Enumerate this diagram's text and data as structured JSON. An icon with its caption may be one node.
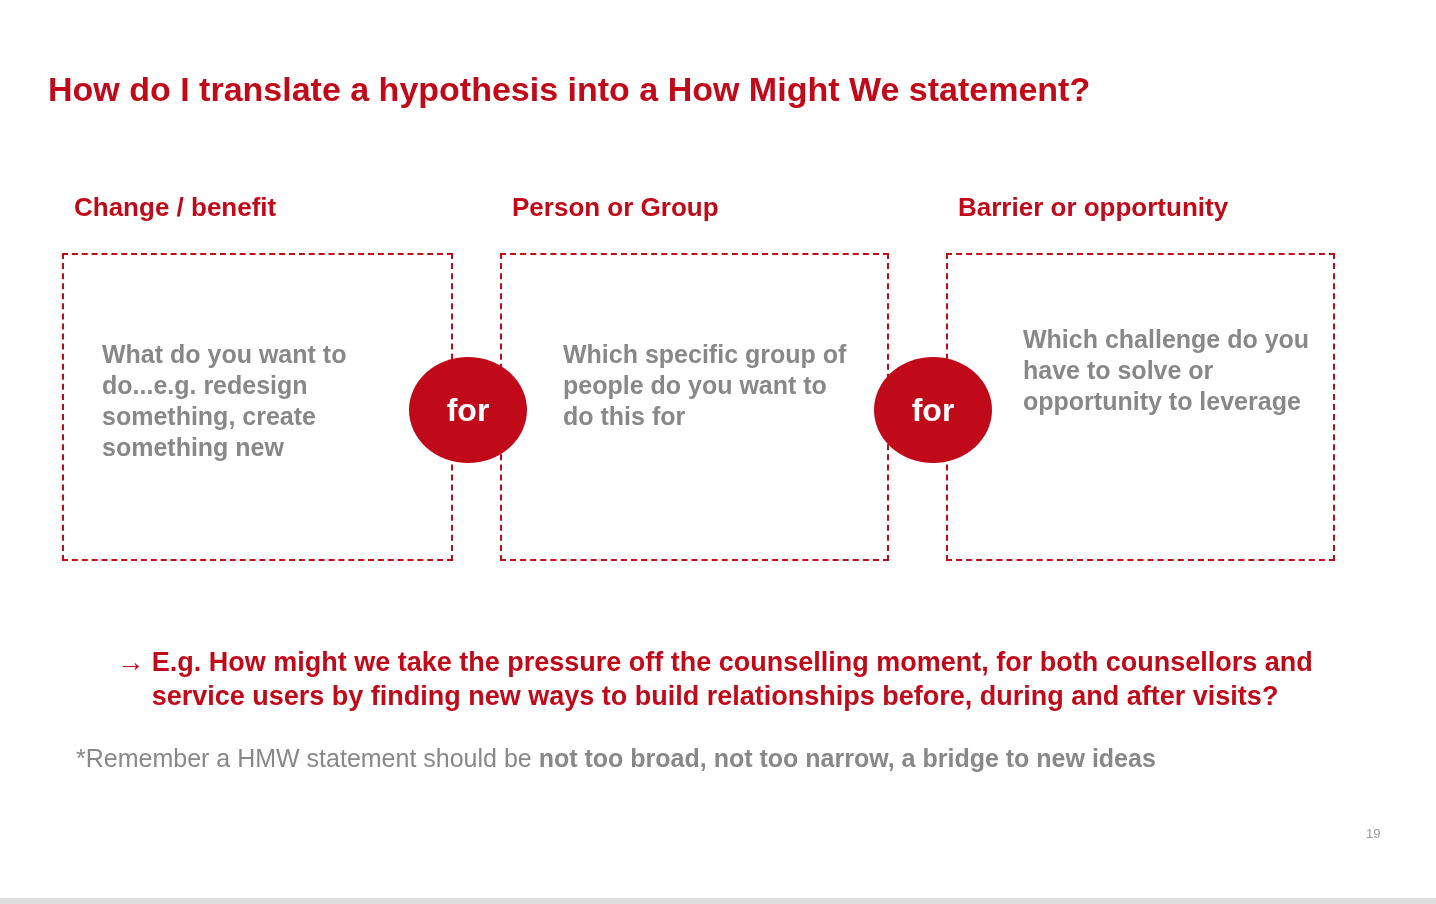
{
  "diagram": {
    "title": "How do I translate a hypothesis into a How Might We statement?",
    "nodes": [
      {
        "text": [
          "Change / benefit",
          "What do you want to do...e.g. redesign something, create something new"
        ]
      },
      {
        "text": [
          "for"
        ]
      },
      {
        "text": [
          "Person or Group",
          "Which specific group of people do you want to do this for"
        ]
      },
      {
        "text": [
          "for"
        ]
      },
      {
        "text": [
          "Barrier or opportunity",
          "Which challenge do you have to solve or opportunity to leverage"
        ]
      }
    ],
    "labels": [
      "→ E.g. How might we take the pressure off the counselling moment, for both counsellors and service users by finding new ways to build relationships before, during and after visits?",
      "*Remember a HMW statement should be **not too broad, not too narrow, a bridge to new ideas**",
      "19"
    ]
  }
}
